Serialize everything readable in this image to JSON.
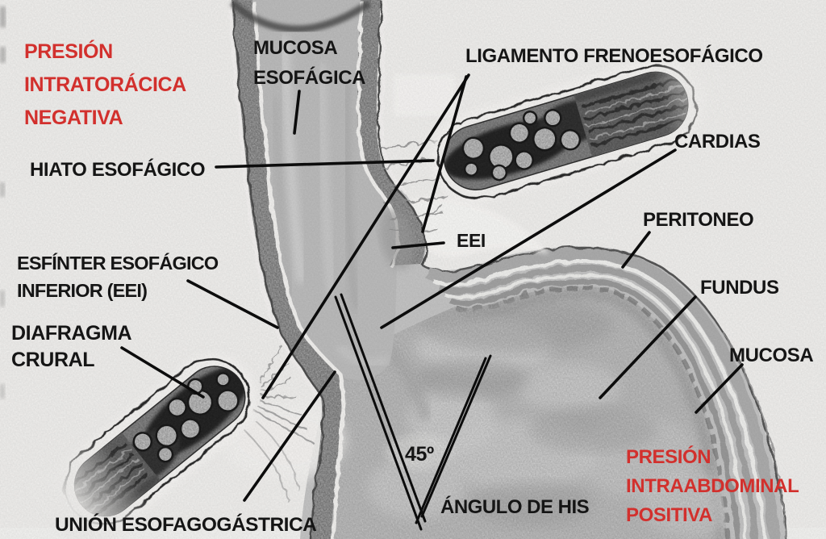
{
  "colors": {
    "background": "#edecea",
    "label_red": "#d2302d",
    "label_black": "#151515",
    "leader_line": "#0d0d0d"
  },
  "labels": {
    "presion_intratoracica": {
      "lines": [
        "PRESIÓN",
        "INTRATORÁCICA",
        "NEGATIVA"
      ],
      "color": "red"
    },
    "mucosa_esofagica": {
      "lines": [
        "MUCOSA",
        "ESOFÁGICA"
      ],
      "color": "black"
    },
    "ligamento_frenoesofagico": {
      "text": "LIGAMENTO FRENOESOFÁGICO",
      "color": "black"
    },
    "hiato_esofagico": {
      "text": "HIATO ESOFÁGICO",
      "color": "black"
    },
    "cardias": {
      "text": "CARDIAS",
      "color": "black"
    },
    "eei": {
      "text": "EEI",
      "color": "black"
    },
    "peritoneo": {
      "text": "PERITONEO",
      "color": "black"
    },
    "esfinter_esofagico": {
      "lines": [
        "ESFÍNTER ESOFÁGICO",
        "INFERIOR (EEI)"
      ],
      "color": "black"
    },
    "diafragma_crural": {
      "lines": [
        "DIAFRAGMA",
        "CRURAL"
      ],
      "color": "black"
    },
    "fundus": {
      "text": "FUNDUS",
      "color": "black"
    },
    "mucosa": {
      "text": "MUCOSA",
      "color": "black"
    },
    "presion_intraabdominal": {
      "lines": [
        "PRESIÓN",
        "INTRAABDOMINAL",
        "POSITIVA"
      ],
      "color": "red"
    },
    "angle_value": {
      "text": "45º",
      "color": "black"
    },
    "angulo_de_his": {
      "text": "ÁNGULO DE HIS",
      "color": "black"
    },
    "union_esofagogastrica": {
      "text": "UNIÓN ESOFAGOGÁSTRICA",
      "color": "black"
    }
  }
}
